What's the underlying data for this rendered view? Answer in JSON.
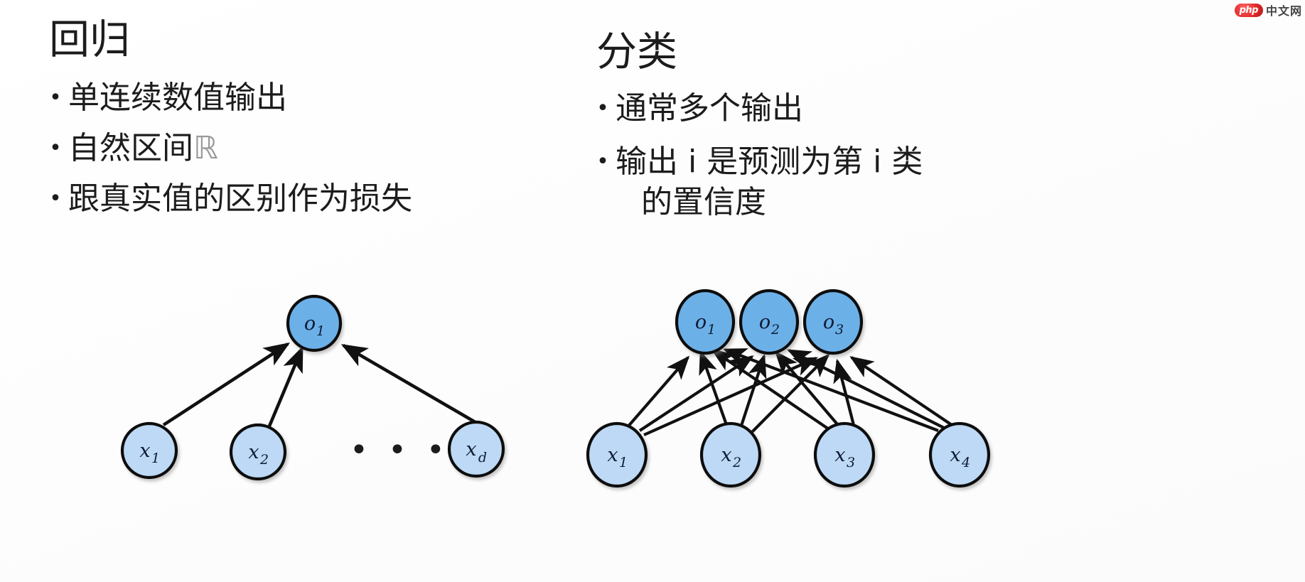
{
  "watermark": {
    "logo_text": "php",
    "site_text": "中文网"
  },
  "left_column": {
    "heading": "回归",
    "bullets": [
      {
        "lines": [
          "单连续数值输出"
        ]
      },
      {
        "lines": [
          "自然区间"
        ],
        "suffix_symbol": "ℝ"
      },
      {
        "lines": [
          "跟真实值的区别作为损失"
        ]
      }
    ]
  },
  "right_column": {
    "heading": "分类",
    "bullets": [
      {
        "lines": [
          "通常多个输出"
        ]
      },
      {
        "lines": [
          "输出 i 是预测为第 i 类",
          "的置信度"
        ]
      }
    ]
  },
  "ellipsis": "• • •",
  "colors": {
    "output_node_fill": "#6CB0E8",
    "input_node_fill": "#BDD9F5",
    "node_stroke": "#111111",
    "node_label": "#0d1b33",
    "edge": "#111111",
    "text": "#1c1c1c",
    "blackboard_r": "#9a9a9a",
    "background": "#ffffff"
  },
  "diagrams": {
    "regression": {
      "title_ref": "回归",
      "output_nodes": [
        {
          "label": "o",
          "sub": "1"
        }
      ],
      "input_nodes": [
        {
          "label": "x",
          "sub": "1"
        },
        {
          "label": "x",
          "sub": "2"
        },
        {
          "label": "x",
          "sub": "d"
        }
      ],
      "edges": "all inputs -> o1",
      "edge_count": 3
    },
    "classification": {
      "title_ref": "分类",
      "output_nodes": [
        {
          "label": "o",
          "sub": "1"
        },
        {
          "label": "o",
          "sub": "2"
        },
        {
          "label": "o",
          "sub": "3"
        }
      ],
      "input_nodes": [
        {
          "label": "x",
          "sub": "1"
        },
        {
          "label": "x",
          "sub": "2"
        },
        {
          "label": "x",
          "sub": "3"
        },
        {
          "label": "x",
          "sub": "4"
        }
      ],
      "edges": "fully connected",
      "edge_count": 12
    }
  }
}
